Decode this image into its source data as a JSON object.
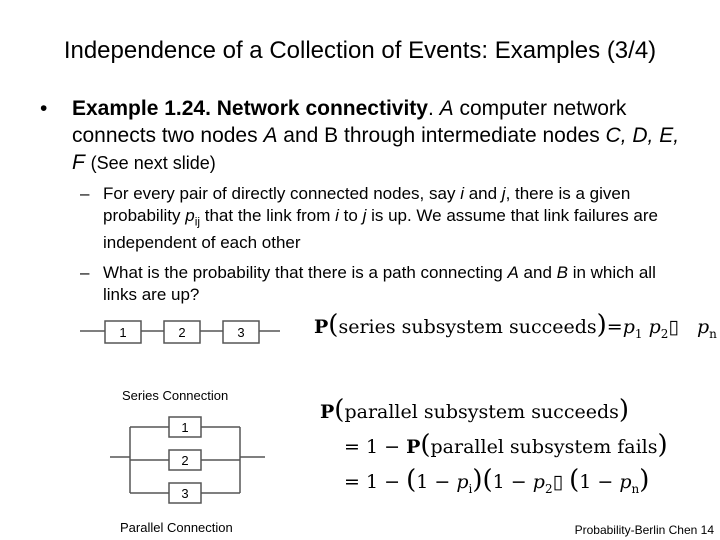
{
  "slide": {
    "title": "Independence of a Collection of Events: Examples (3/4)",
    "bullet": {
      "marker": "•",
      "heading": "Example 1.24. Network connectivity",
      "period": ". ",
      "a": "A",
      "t1": " computer network connects two nodes ",
      "a2": "A",
      "t2": " and B through intermediate nodes ",
      "nodes": "C, D, E, F",
      "t3": " ",
      "see_next": "(See next slide)"
    },
    "sub1": {
      "dash": "–",
      "t1": "For every pair of directly connected nodes, say ",
      "i": "i",
      "t2": " and ",
      "j": "j",
      "t3": ", there is a given probability ",
      "p": "p",
      "sub": "ij",
      "t4": " that the link from ",
      "i2": "i",
      "t5": " to ",
      "j2": "j",
      "t6": " is up. We assume that link failures are independent of each other"
    },
    "sub2": {
      "dash": "–",
      "t1": "What is the probability that there is a path connecting ",
      "a": "A",
      "t2": " and ",
      "b": "B",
      "t3": " in which all links are up?"
    },
    "footer": "Probability-Berlin Chen 14"
  },
  "diagram": {
    "series_label": "Series Connection",
    "parallel_label": "Parallel Connection",
    "series_nodes": [
      "1",
      "2",
      "3"
    ],
    "parallel_nodes": [
      "1",
      "2",
      "3"
    ],
    "line_color": "#555555"
  },
  "formulas": {
    "P": "P",
    "series_text": "series subsystem succeeds",
    "parallel_text": "parallel subsystem succeeds",
    "fails_text": "parallel subsystem fails",
    "eq": "=",
    "one_minus": "= 1 −",
    "p1": "p",
    "s1": "1",
    "p2": "p",
    "s2": "2",
    "pn": "p",
    "sn": "n",
    "pi": "p",
    "si": "i",
    "one": "1",
    "minus": "−",
    "open": "(",
    "close": ")",
    "box": "▯"
  }
}
